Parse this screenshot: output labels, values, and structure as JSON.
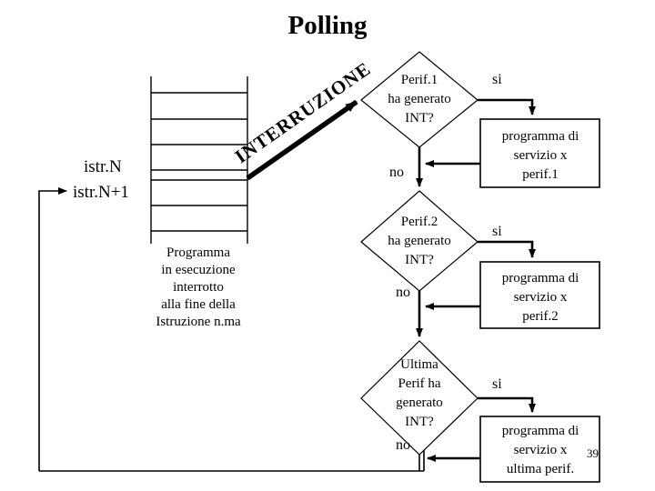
{
  "slide": {
    "title": "Polling",
    "page_number": "39"
  },
  "program_block": {
    "label_istr_n": "istr.N",
    "label_istr_n1": "istr.N+1",
    "caption_lines": [
      "Programma",
      "in esecuzione",
      "interrotto",
      "alla fine della",
      "Istruzione n.ma"
    ],
    "rows": 7
  },
  "interrupt_arrow": {
    "label": "INTERRUZIONE"
  },
  "decisions": [
    {
      "id": "perif1",
      "lines": [
        "Perif.1",
        "ha generato",
        "INT?"
      ],
      "yes_label": "si",
      "no_label": "no"
    },
    {
      "id": "perif2",
      "lines": [
        "Perif.2",
        "ha generato",
        "INT?"
      ],
      "yes_label": "si",
      "no_label": "no"
    },
    {
      "id": "ultima",
      "lines": [
        "Ultima",
        "Perif ha",
        "generato",
        "INT?"
      ],
      "yes_label": "si",
      "no_label": "no"
    }
  ],
  "service_boxes": [
    {
      "id": "servizio-perif1",
      "lines": [
        "programma di",
        "servizio x",
        "perif.1"
      ]
    },
    {
      "id": "servizio-perif2",
      "lines": [
        "programma di",
        "servizio x",
        "perif.2"
      ]
    },
    {
      "id": "servizio-ultima",
      "lines": [
        "programma di",
        "servizio x",
        "ultima perif."
      ]
    }
  ],
  "colors": {
    "stroke": "#000000",
    "background": "#ffffff"
  }
}
